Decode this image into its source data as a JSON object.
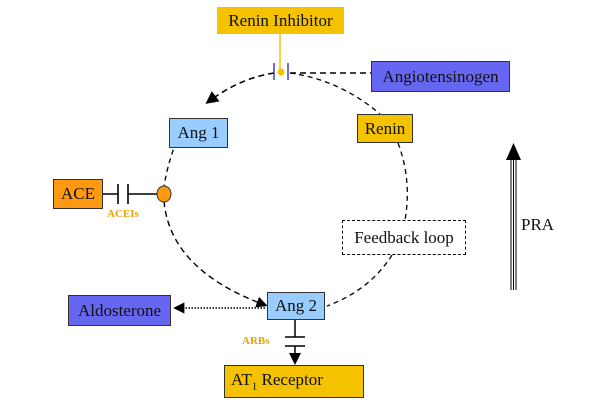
{
  "nodes": {
    "renin_inhibitor": {
      "label": "Renin Inhibitor",
      "color": "#f5c200"
    },
    "angiotensinogen": {
      "label": "Angiotensinogen",
      "color": "#6666f0"
    },
    "ang1": {
      "label": "Ang 1",
      "color": "#99ccff"
    },
    "renin": {
      "label": "Renin",
      "color": "#f5c200"
    },
    "ace": {
      "label": "ACE",
      "color": "#ff9911"
    },
    "feedback_loop": {
      "label": "Feedback loop"
    },
    "ang2": {
      "label": "Ang 2",
      "color": "#99ccff"
    },
    "aldosterone": {
      "label": "Aldosterone",
      "color": "#6666f0"
    },
    "at1_receptor": {
      "label_prefix": "AT",
      "label_sub": "1",
      "label_suffix": " Receptor",
      "color": "#f5c200"
    }
  },
  "inhibitors": {
    "acei": {
      "label": "ACEIs"
    },
    "arb": {
      "label": "ARBs"
    }
  },
  "indicator": {
    "label": "PRA",
    "direction": "up"
  }
}
